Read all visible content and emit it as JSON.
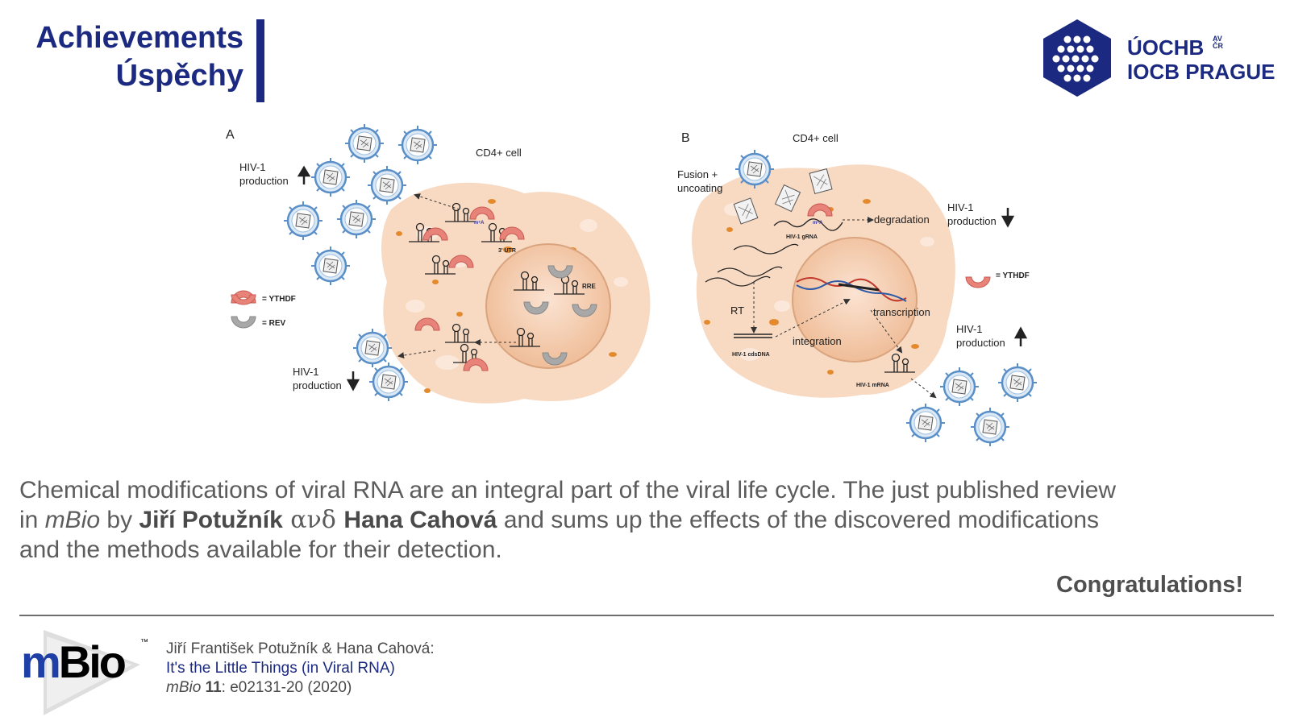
{
  "header": {
    "line1": "Achievements",
    "line2": "Úspěchy",
    "color": "#1b2a80"
  },
  "logo": {
    "line1": "ÚOCHB",
    "line2": "IOCB PRAGUE",
    "avcr_top": "AV",
    "avcr_bottom": "ČR",
    "icon": "hexagon-dot-grid-icon"
  },
  "figure": {
    "panel_a": {
      "letter": "A",
      "cell_label": "CD4+ cell",
      "up_label_1": "HIV-1",
      "up_label_2": "production",
      "down_label_1": "HIV-1",
      "down_label_2": "production",
      "legend_ythdf": "= YTHDF",
      "legend_rev": "= REV",
      "utr_label": "3' UTR",
      "rre_label": "RRE",
      "mod_label": "m⁶A"
    },
    "panel_b": {
      "letter": "B",
      "cell_label": "CD4+ cell",
      "fusion_1": "Fusion +",
      "fusion_2": "uncoating",
      "degradation": "degradation",
      "grna": "HIV-1 gRNA",
      "down_label_1": "HIV-1",
      "down_label_2": "production",
      "legend_ythdf": "= YTHDF",
      "rt": "RT",
      "transcription": "transcription",
      "integration": "integration",
      "cdsdna": "HIV-1 cdsDNA",
      "mrna": "HIV-1 mRNA",
      "up_label_1": "HIV-1",
      "up_label_2": "production",
      "mod_label": "m⁶A"
    },
    "colors": {
      "cell": "#f8d9c2",
      "nucleus": "#f3c8a8",
      "ythdf": "#e8837a",
      "rev": "#a8a8a8",
      "virion": "#5b8fc7",
      "granule": "#e48a2d"
    }
  },
  "caption": {
    "line1": "Chemical modifications of viral RNA are an integral part of the viral life cycle. The just published review",
    "in": "in ",
    "journal": "mBio",
    "by": " by ",
    "author1": "Jiří Potužník",
    "and_greek": " ανδ ",
    "author2": "Hana Cahová",
    "rest_line2": " and  sums up the effects of the discovered modifications",
    "line3": "and the methods available for their detection."
  },
  "congrats": "Congratulations!",
  "reference": {
    "authors": "Jiří František Potužník & Hana Cahová:",
    "title": "It's the Little Things (in Viral RNA)",
    "journal": "mBio",
    "volume": "11",
    "pages": ": e02131-20 (2020)",
    "logo_text": "mBio",
    "tm": "™"
  }
}
